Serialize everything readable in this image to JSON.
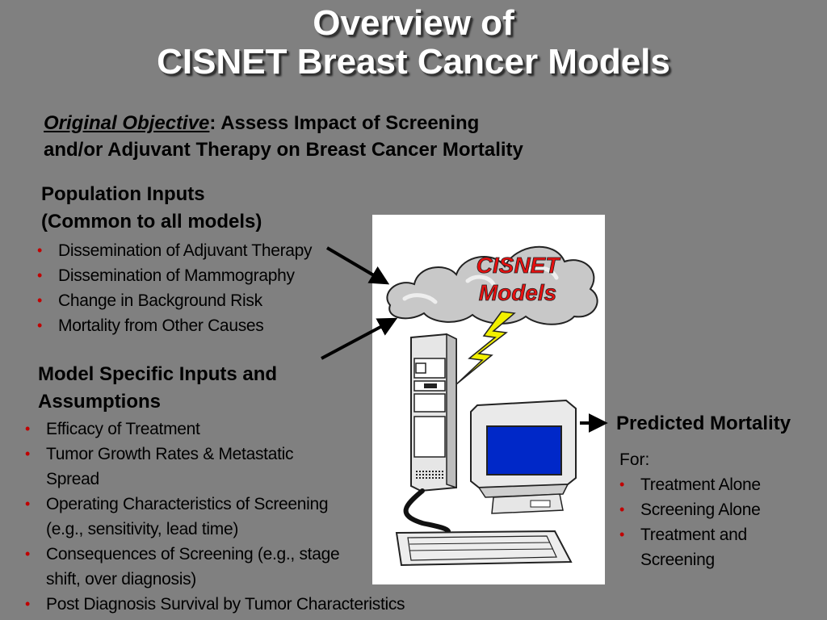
{
  "slide": {
    "title_line1": "Overview of",
    "title_line2": "CISNET Breast  Cancer Models",
    "objective_label": "Original Objective",
    "objective_sep": ": ",
    "objective_line1": "Assess Impact of Screening",
    "objective_line2": "and/or Adjuvant Therapy on Breast Cancer Mortality",
    "population": {
      "heading_line1": "Population Inputs",
      "heading_line2": "(Common to all models)",
      "items": [
        "Dissemination of Adjuvant Therapy",
        "Dissemination of Mammography",
        "Change in Background Risk",
        "Mortality from Other Causes"
      ]
    },
    "model_specific": {
      "heading_line1": "Model Specific Inputs and",
      "heading_line2": "Assumptions",
      "items": [
        {
          "l1": "Efficacy of Treatment",
          "l2": ""
        },
        {
          "l1": "Tumor Growth Rates & Metastatic",
          "l2": "Spread"
        },
        {
          "l1": "Operating Characteristics of Screening",
          "l2": "(e.g., sensitivity, lead time)"
        },
        {
          "l1": "Consequences of Screening (e.g.,  stage",
          "l2": " shift, over diagnosis)"
        },
        {
          "l1": "Post Diagnosis Survival by Tumor Characteristics",
          "l2": ""
        }
      ]
    },
    "graphic": {
      "cloud_line1": "CISNET",
      "cloud_line2": "Models"
    },
    "output": {
      "heading": "Predicted Mortality",
      "for_label": "For:",
      "items": [
        {
          "l1": "Treatment Alone",
          "l2": ""
        },
        {
          "l1": "Screening Alone",
          "l2": ""
        },
        {
          "l1": "Treatment and",
          "l2": "Screening"
        }
      ]
    }
  },
  "colors": {
    "background": "#808080",
    "bullet": "#c00000",
    "cloud_text": "#e81010",
    "monitor_screen": "#0028c8",
    "lightning": "#f2f000"
  }
}
